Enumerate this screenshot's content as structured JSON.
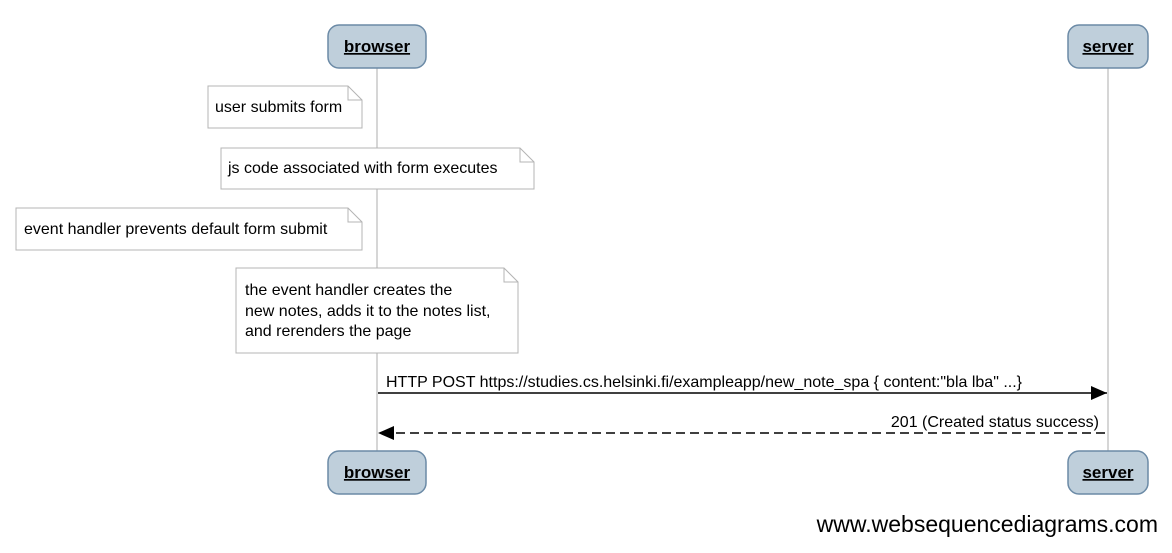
{
  "participants": {
    "browser": {
      "label": "browser"
    },
    "server": {
      "label": "server"
    }
  },
  "notes": [
    {
      "lines": [
        "user submits form"
      ]
    },
    {
      "lines": [
        "js code associated with form executes"
      ]
    },
    {
      "lines": [
        "event handler prevents default form submit"
      ]
    },
    {
      "lines": [
        "the event handler creates the",
        "new notes, adds it to the notes list,",
        "and rerenders the page"
      ]
    }
  ],
  "messages": [
    {
      "from": "browser",
      "to": "server",
      "style": "solid",
      "label": "HTTP POST https://studies.cs.helsinki.fi/exampleapp/new_note_spa  { content:\"bla lba\" ...}"
    },
    {
      "from": "server",
      "to": "browser",
      "style": "dashed",
      "label": "201 (Created status success)"
    }
  ],
  "watermark": "www.websequencediagrams.com",
  "colors": {
    "participant_fill": "#bfcfdb",
    "participant_stroke": "#6b8aa6",
    "lifeline": "#c8c8c8",
    "note_stroke": "#b4b4b4",
    "arrow": "#000000"
  }
}
